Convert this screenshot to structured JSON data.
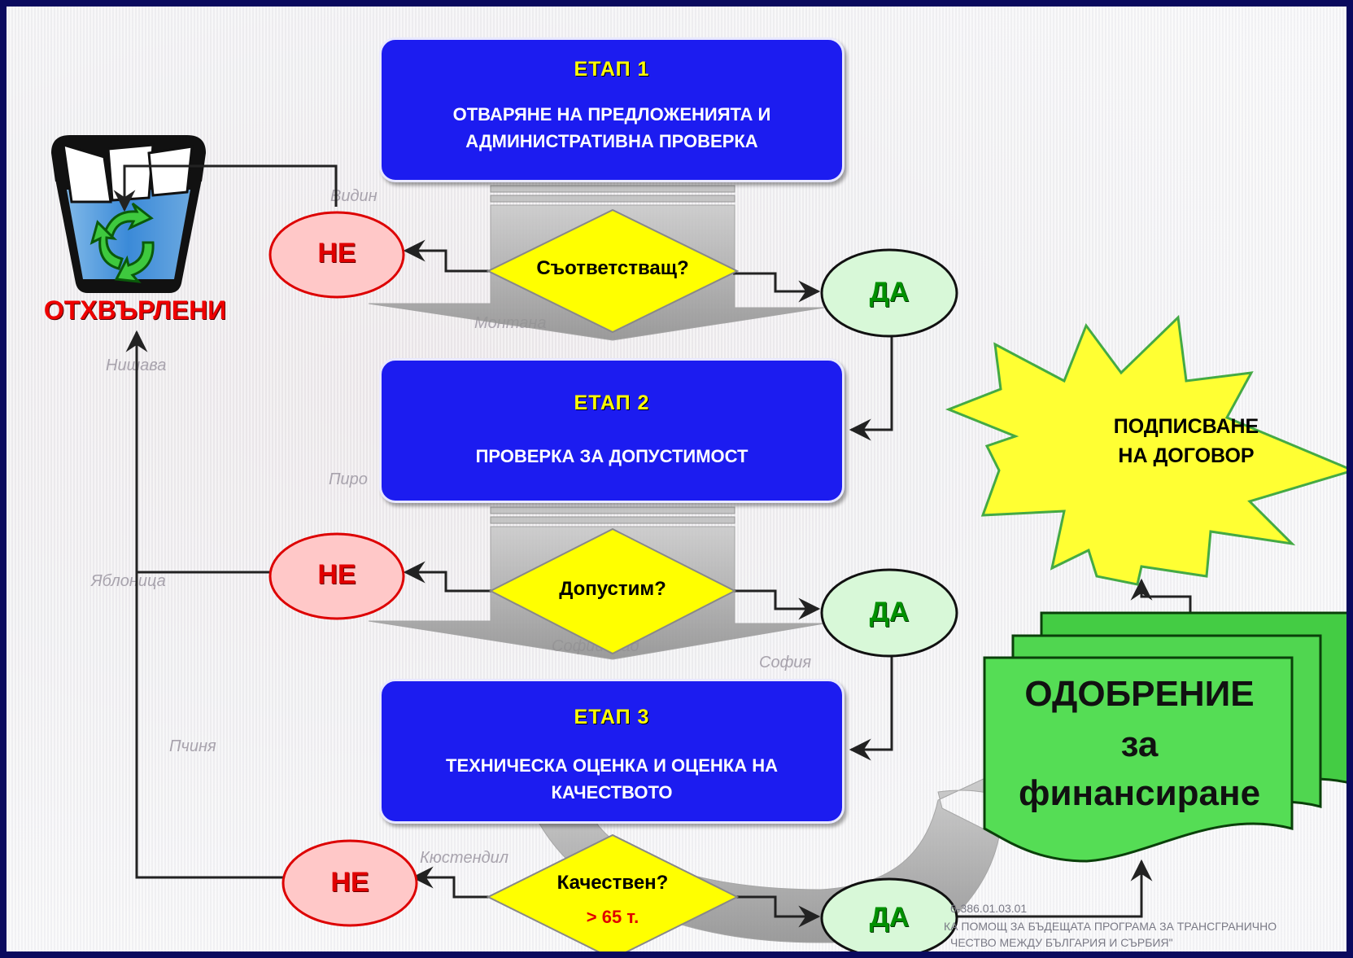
{
  "stages": [
    {
      "title": "ЕТАП 1",
      "description": "ОТВАРЯНЕ НА ПРЕДЛОЖЕНИЯТА И АДМИНИСТРАТИВНА ПРОВЕРКА"
    },
    {
      "title": "ЕТАП 2",
      "description": "ПРОВЕРКА ЗА ДОПУСТИМОСТ"
    },
    {
      "title": "ЕТАП 3",
      "description": "ТЕХНИЧЕСКА ОЦЕНКА И ОЦЕНКА НА КАЧЕСТВОТО"
    }
  ],
  "decisions": [
    {
      "question": "Съответстващ?",
      "detail": "",
      "no": "НЕ",
      "yes": "ДА"
    },
    {
      "question": "Допустим?",
      "detail": "",
      "no": "НЕ",
      "yes": "ДА"
    },
    {
      "question": "Качествен?",
      "detail": "> 65 т.",
      "no": "НЕ",
      "yes": "ДА"
    }
  ],
  "rejected_label": "ОТХВЪРЛЕНИ",
  "approval": {
    "line1": "ОДОБРЕНИЕ",
    "line2": "за",
    "line3": "финансиране"
  },
  "signing": {
    "line1": "ПОДПИСВАНЕ",
    "line2": "НА ДОГОВОР"
  },
  "map_names": [
    "Видин",
    "Монтана",
    "Нишава",
    "Пиро",
    "Яблоница",
    "Софийград",
    "София",
    "Пчиня",
    "Кюстендил"
  ],
  "footer": {
    "code": "6-386.01.03.01",
    "line1": "КА ПОМОЩ ЗА БЪДЕЩАТА ПРОГРАМА ЗА ТРАНСГРАНИЧНО",
    "line2": "ЧЕСТВО МЕЖДУ БЪЛГАРИЯ И СЪРБИЯ\""
  },
  "colors": {
    "frame": "#0a0a5e",
    "stage_fill": "#1c1cf0",
    "stage_title": "#ffff00",
    "diamond": "#ffff00",
    "no_fill": "#ffc8c8",
    "no_text": "#e00000",
    "yes_fill": "#d8f8d8",
    "yes_text": "#009000",
    "approval_fill": "#55dd55",
    "starburst": "#ffff33"
  }
}
